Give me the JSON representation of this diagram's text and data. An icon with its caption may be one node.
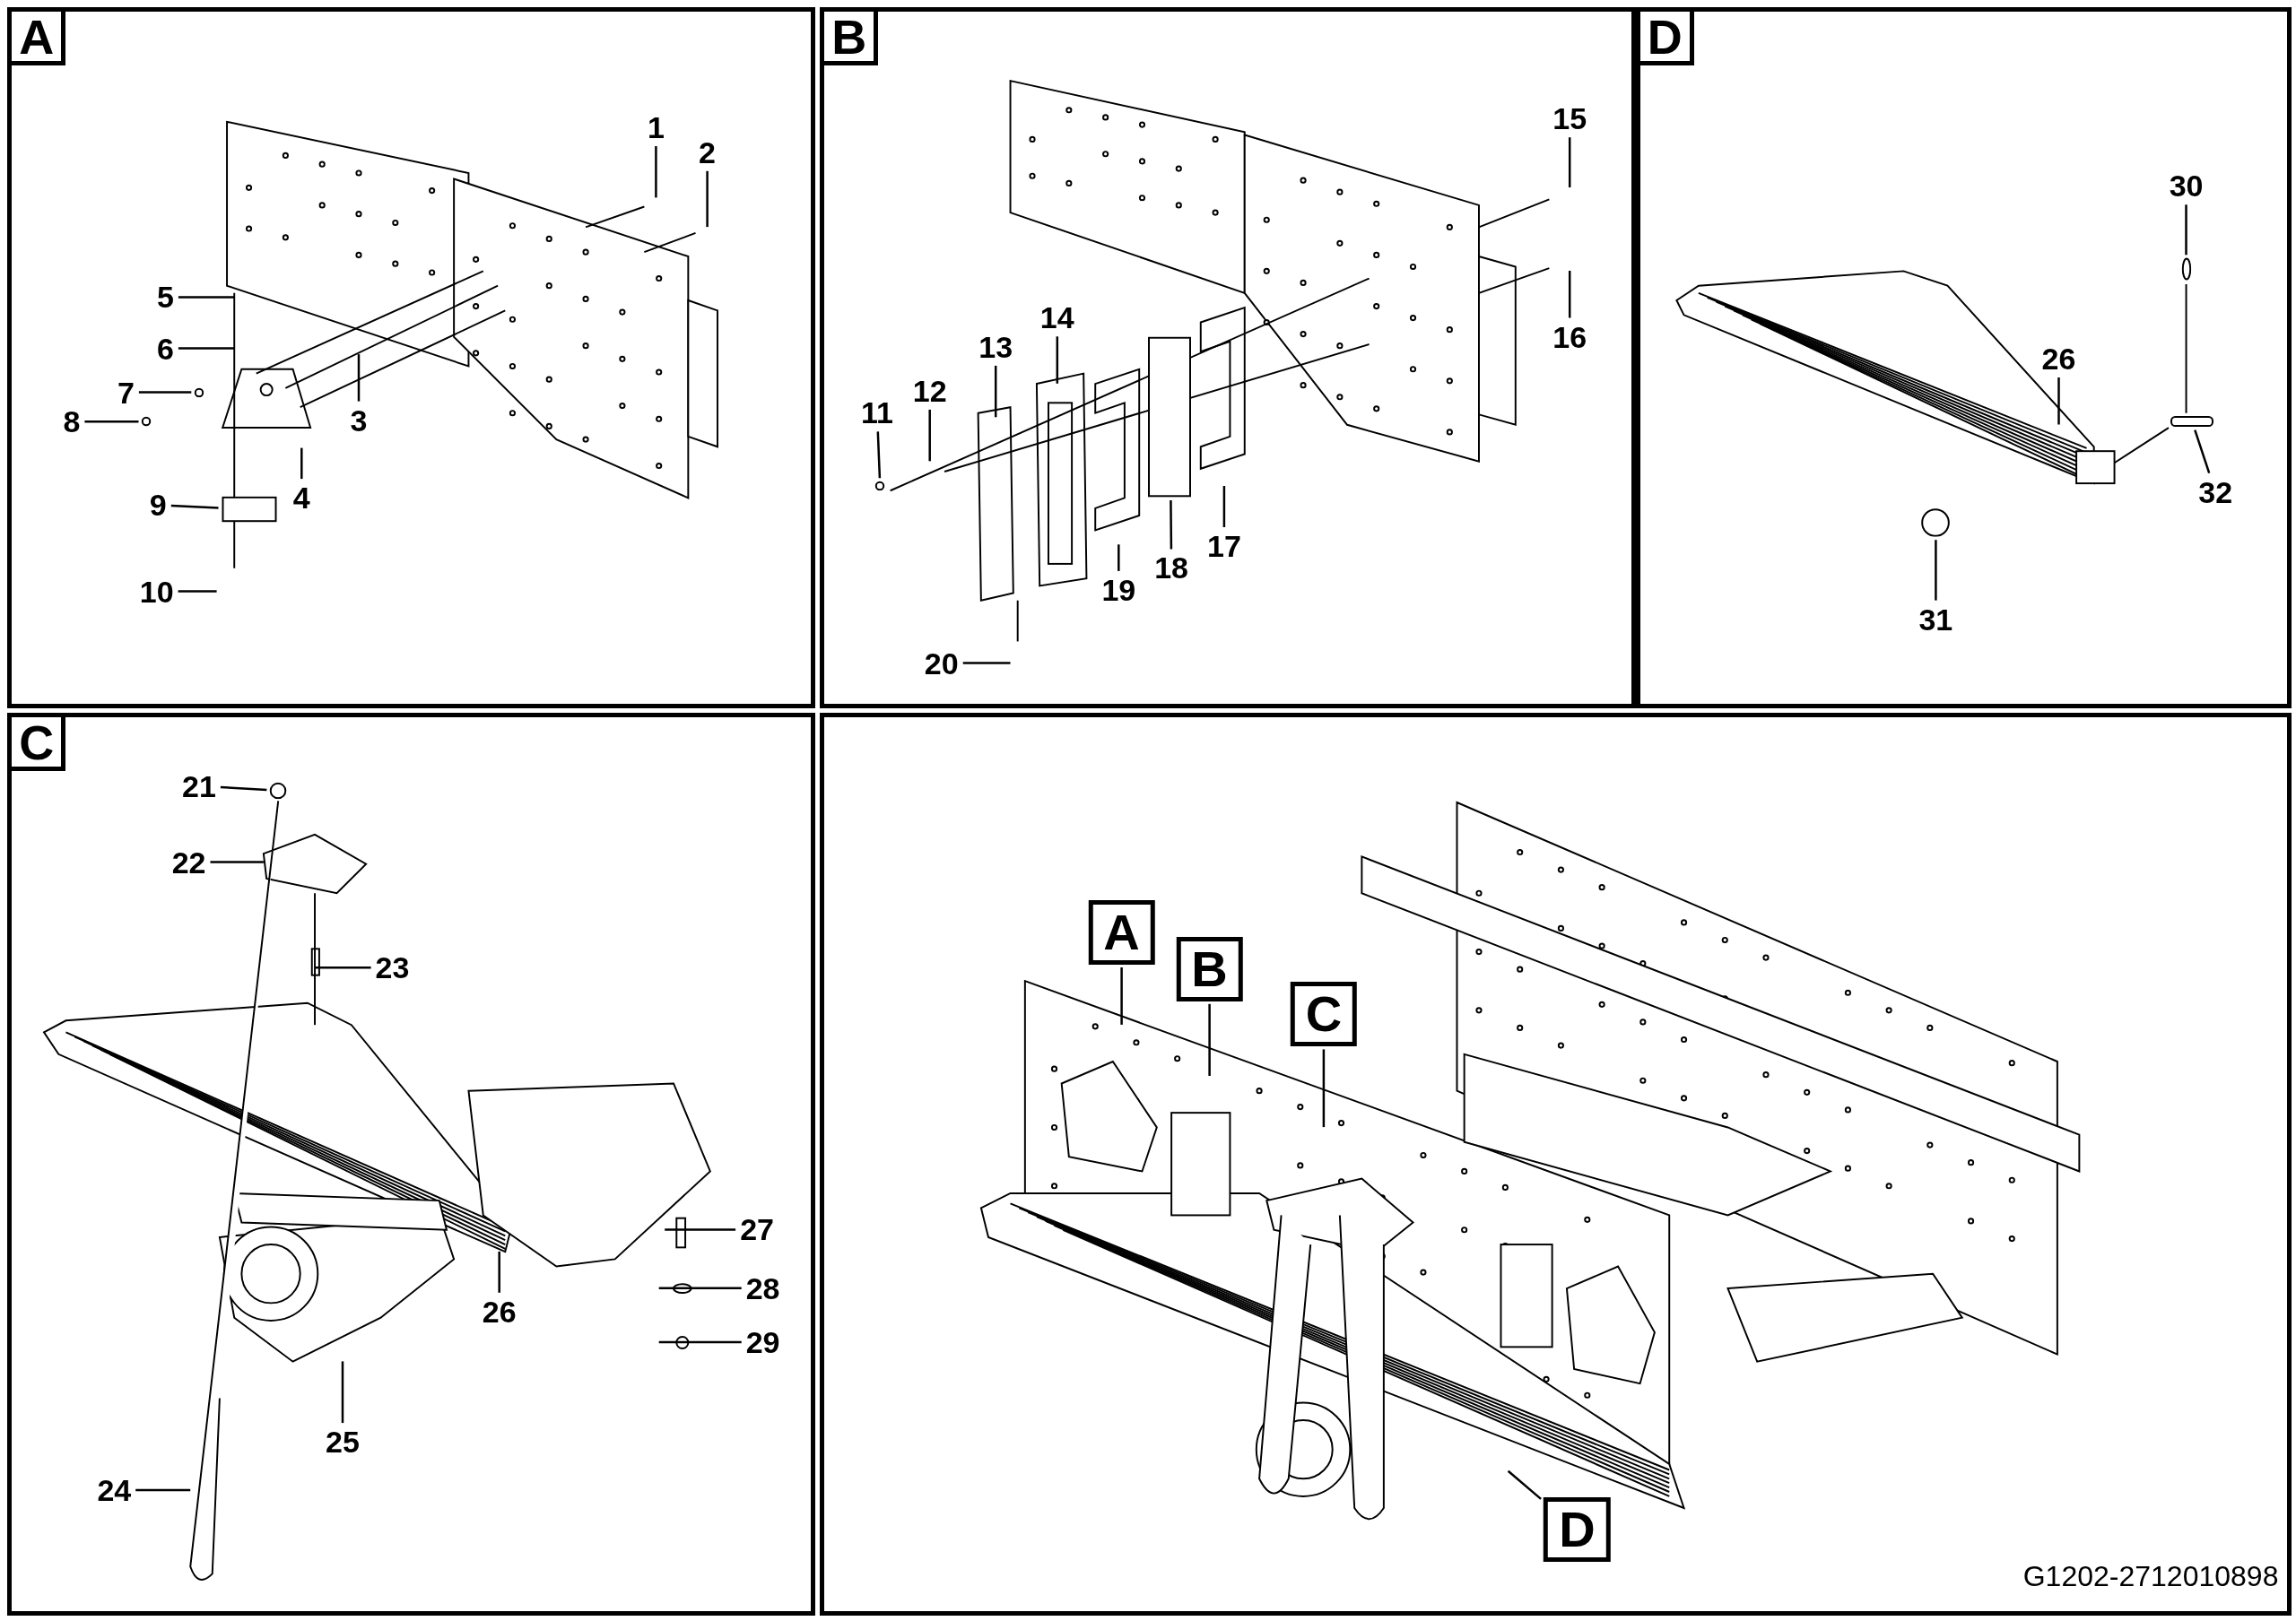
{
  "diagram": {
    "nodes": [
      {
        "text": [
          "A"
        ]
      },
      {
        "text": [
          "1"
        ],
        "in": 0
      },
      {
        "text": [
          "2"
        ],
        "in": 0
      },
      {
        "text": [
          "3"
        ],
        "in": 0
      },
      {
        "text": [
          "4"
        ],
        "in": 0
      },
      {
        "text": [
          "5"
        ],
        "in": 0
      },
      {
        "text": [
          "6"
        ],
        "in": 0
      },
      {
        "text": [
          "7"
        ],
        "in": 0
      },
      {
        "text": [
          "8"
        ],
        "in": 0
      },
      {
        "text": [
          "9"
        ],
        "in": 0
      },
      {
        "text": [
          "10"
        ],
        "in": 0
      },
      {
        "text": [
          "B"
        ]
      },
      {
        "text": [
          "11"
        ],
        "in": 11
      },
      {
        "text": [
          "12"
        ],
        "in": 11
      },
      {
        "text": [
          "13"
        ],
        "in": 11
      },
      {
        "text": [
          "14"
        ],
        "in": 11
      },
      {
        "text": [
          "15"
        ],
        "in": 11
      },
      {
        "text": [
          "16"
        ],
        "in": 11
      },
      {
        "text": [
          "17"
        ],
        "in": 11
      },
      {
        "text": [
          "18"
        ],
        "in": 11
      },
      {
        "text": [
          "19"
        ],
        "in": 11
      },
      {
        "text": [
          "20"
        ],
        "in": 11
      },
      {
        "text": [
          "D"
        ]
      },
      {
        "text": [
          "26"
        ],
        "in": 22
      },
      {
        "text": [
          "30"
        ],
        "in": 22
      },
      {
        "text": [
          "31"
        ],
        "in": 22
      },
      {
        "text": [
          "32"
        ],
        "in": 22
      },
      {
        "text": [
          "C"
        ]
      },
      {
        "text": [
          "21"
        ],
        "in": 27
      },
      {
        "text": [
          "22"
        ],
        "in": 27
      },
      {
        "text": [
          "23"
        ],
        "in": 27
      },
      {
        "text": [
          "24"
        ],
        "in": 27
      },
      {
        "text": [
          "25"
        ],
        "in": 27
      },
      {
        "text": [
          "26"
        ],
        "in": 27
      },
      {
        "text": [
          "27"
        ],
        "in": 27
      },
      {
        "text": [
          "28"
        ],
        "in": 27
      },
      {
        "text": [
          "29"
        ],
        "in": 27
      },
      {
        "text": [],
        "shape": "box"
      },
      {
        "text": [
          "A"
        ],
        "in": 37
      },
      {
        "text": [
          "B"
        ],
        "in": 37
      },
      {
        "text": [
          "C"
        ],
        "in": 37
      },
      {
        "text": [
          "D"
        ],
        "in": 37
      },
      {
        "text": [],
        "shape": "circle",
        "in": 0
      },
      {
        "text": [],
        "shape": "circle",
        "in": 0
      },
      {
        "text": [],
        "shape": "box",
        "in": 0
      },
      {
        "text": [],
        "shape": "circle",
        "in": 11
      },
      {
        "text": [],
        "shape": "box",
        "in": 11
      },
      {
        "text": [],
        "shape": "circle",
        "in": 22
      },
      {
        "text": [],
        "shape": "circle",
        "in": 22
      },
      {
        "text": [],
        "shape": "bar",
        "in": 22
      },
      {
        "text": [],
        "shape": "circle",
        "in": 27
      }
    ],
    "edges": [
      {
        "from": 1,
        "to": null,
        "arrow": "none"
      },
      {
        "from": 2,
        "to": null,
        "arrow": "none"
      },
      {
        "from": 3,
        "to": null,
        "arrow": "none"
      },
      {
        "from": 4,
        "to": null,
        "arrow": "none"
      },
      {
        "from": 5,
        "to": null,
        "arrow": "none"
      },
      {
        "from": 6,
        "to": null,
        "arrow": "none"
      },
      {
        "from": 7,
        "to": 42,
        "arrow": "none"
      },
      {
        "from": 8,
        "to": 43,
        "arrow": "none"
      },
      {
        "from": 9,
        "to": 44,
        "arrow": "none"
      },
      {
        "from": 10,
        "to": null,
        "arrow": "none"
      },
      {
        "from": 12,
        "to": 45,
        "arrow": "none"
      },
      {
        "from": 13,
        "to": null,
        "arrow": "none"
      },
      {
        "from": 14,
        "to": null,
        "arrow": "none"
      },
      {
        "from": 15,
        "to": null,
        "arrow": "none"
      },
      {
        "from": 16,
        "to": null,
        "arrow": "none"
      },
      {
        "from": 17,
        "to": null,
        "arrow": "none"
      },
      {
        "from": 18,
        "to": null,
        "arrow": "none"
      },
      {
        "from": 19,
        "to": 46,
        "arrow": "none"
      },
      {
        "from": 20,
        "to": null,
        "arrow": "none"
      },
      {
        "from": 21,
        "to": null,
        "arrow": "none"
      },
      {
        "from": 23,
        "to": null,
        "arrow": "none"
      },
      {
        "from": 24,
        "to": 47,
        "arrow": "none"
      },
      {
        "from": 25,
        "to": 48,
        "arrow": "none"
      },
      {
        "from": 26,
        "to": 49,
        "arrow": "none"
      },
      {
        "from": 28,
        "to": 50,
        "arrow": "none"
      },
      {
        "from": 29,
        "to": null,
        "arrow": "none"
      },
      {
        "from": 30,
        "to": null,
        "arrow": "none"
      },
      {
        "from": 31,
        "to": null,
        "arrow": "none"
      },
      {
        "from": 32,
        "to": null,
        "arrow": "none"
      },
      {
        "from": 33,
        "to": null,
        "arrow": "none"
      },
      {
        "from": 34,
        "to": null,
        "arrow": "none"
      },
      {
        "from": 35,
        "to": null,
        "arrow": "none"
      },
      {
        "from": 36,
        "to": null,
        "arrow": "none"
      },
      {
        "from": 38,
        "to": null,
        "arrow": "none"
      },
      {
        "from": 39,
        "to": null,
        "arrow": "none"
      },
      {
        "from": 40,
        "to": null,
        "arrow": "none"
      },
      {
        "from": 41,
        "to": null,
        "arrow": "none"
      }
    ],
    "labels": [
      "G1202-2712010898"
    ]
  }
}
